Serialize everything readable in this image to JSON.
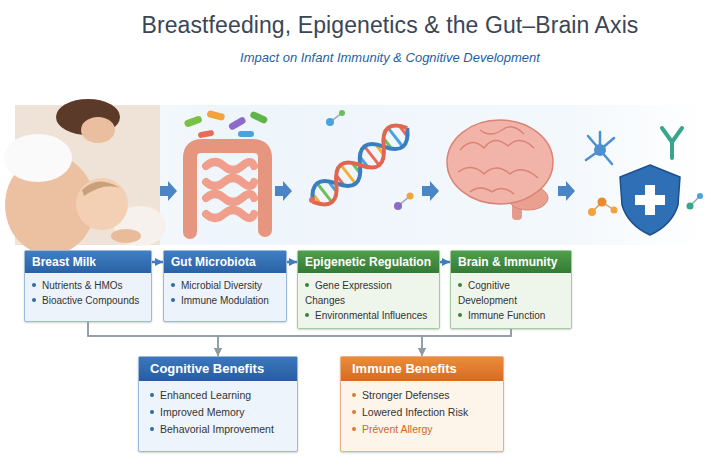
{
  "diagram": {
    "title": "Breastfeeding, Epigenetics & the Gut–Brain Axis",
    "nodes": [
      {
        "text": [
          "Breast Milk",
          "Nutrients & HMOs",
          "Bioactive Compounds"
        ]
      },
      {
        "text": [
          "Gut Microbiota",
          "Microbial Diversity",
          "Immune Modulation"
        ]
      },
      {
        "text": [
          "Epigenetic Regulation",
          "Gene Expression Changes",
          "Environmental Influences"
        ]
      },
      {
        "text": [
          "Brain & Immunity",
          "Cognitive Development",
          "Immune Function"
        ]
      },
      {
        "text": [
          "Cognitive Benefits",
          "Enhanced Learning",
          "Improved Memory",
          "Behavorial Improvement"
        ]
      },
      {
        "text": [
          "Immune Benefits",
          "Stronger Defenses",
          "Lowered Infection Risk",
          "Prévent Allergy"
        ]
      }
    ],
    "edges": [
      {
        "from": 0,
        "to": 1,
        "arrow": "to"
      },
      {
        "from": 1,
        "to": 2,
        "arrow": "to"
      },
      {
        "from": 2,
        "to": 3,
        "arrow": "to"
      },
      {
        "from": 0,
        "to": 4,
        "arrow": "to"
      },
      {
        "from": 0,
        "to": 5,
        "arrow": "to"
      },
      {
        "from": 3,
        "to": 4,
        "arrow": "to"
      },
      {
        "from": 3,
        "to": 5,
        "arrow": "to"
      }
    ],
    "labels": [
      "Impact on Infant Immunity & Cognitive Development"
    ]
  }
}
